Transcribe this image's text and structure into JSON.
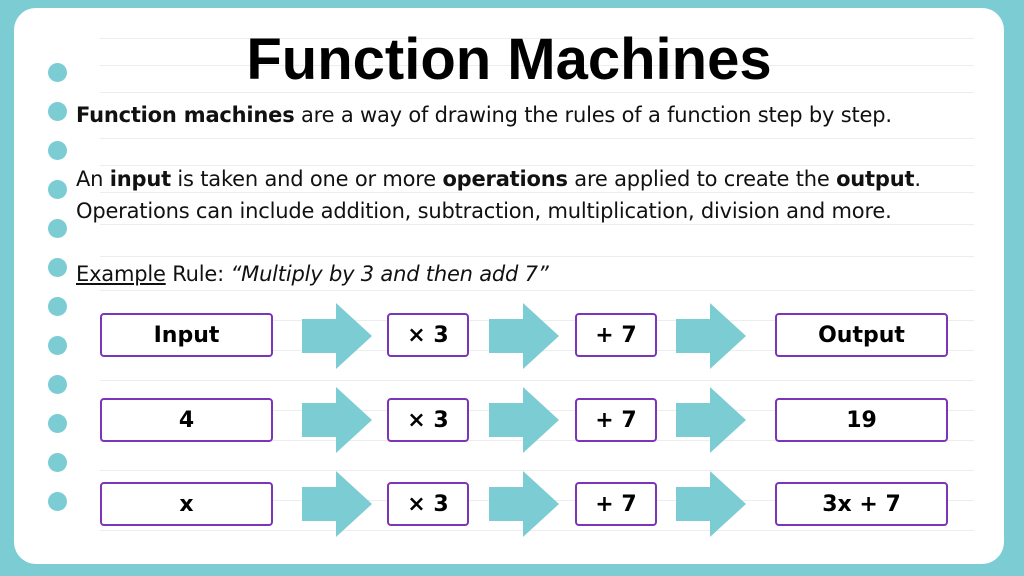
{
  "title": "Function Machines",
  "intro": {
    "term": "Function machines",
    "rest": " are a way of drawing the rules of a function step by step."
  },
  "explanation": {
    "part1": "An ",
    "input_word": "input",
    "part2": " is taken and one or more ",
    "operations_word": "operations",
    "part3": " are applied to create the ",
    "output_word": "output",
    "part4": ".",
    "line2": "Operations can include addition, subtraction, multiplication, division and more."
  },
  "example": {
    "label": "Example",
    "rule_prefix": " Rule: ",
    "rule_text": "“Multiply by 3 and then add 7”"
  },
  "rows": [
    {
      "input": "Input",
      "op1": "× 3",
      "op2": "+ 7",
      "output": "Output"
    },
    {
      "input": "4",
      "op1": "× 3",
      "op2": "+ 7",
      "output": "19"
    },
    {
      "input": "x",
      "op1": "× 3",
      "op2": "+ 7",
      "output": "3x + 7"
    }
  ],
  "colors": {
    "background": "#7ccdd3",
    "accent_teal": "#7ccdd3",
    "box_border": "#7a35b8"
  }
}
